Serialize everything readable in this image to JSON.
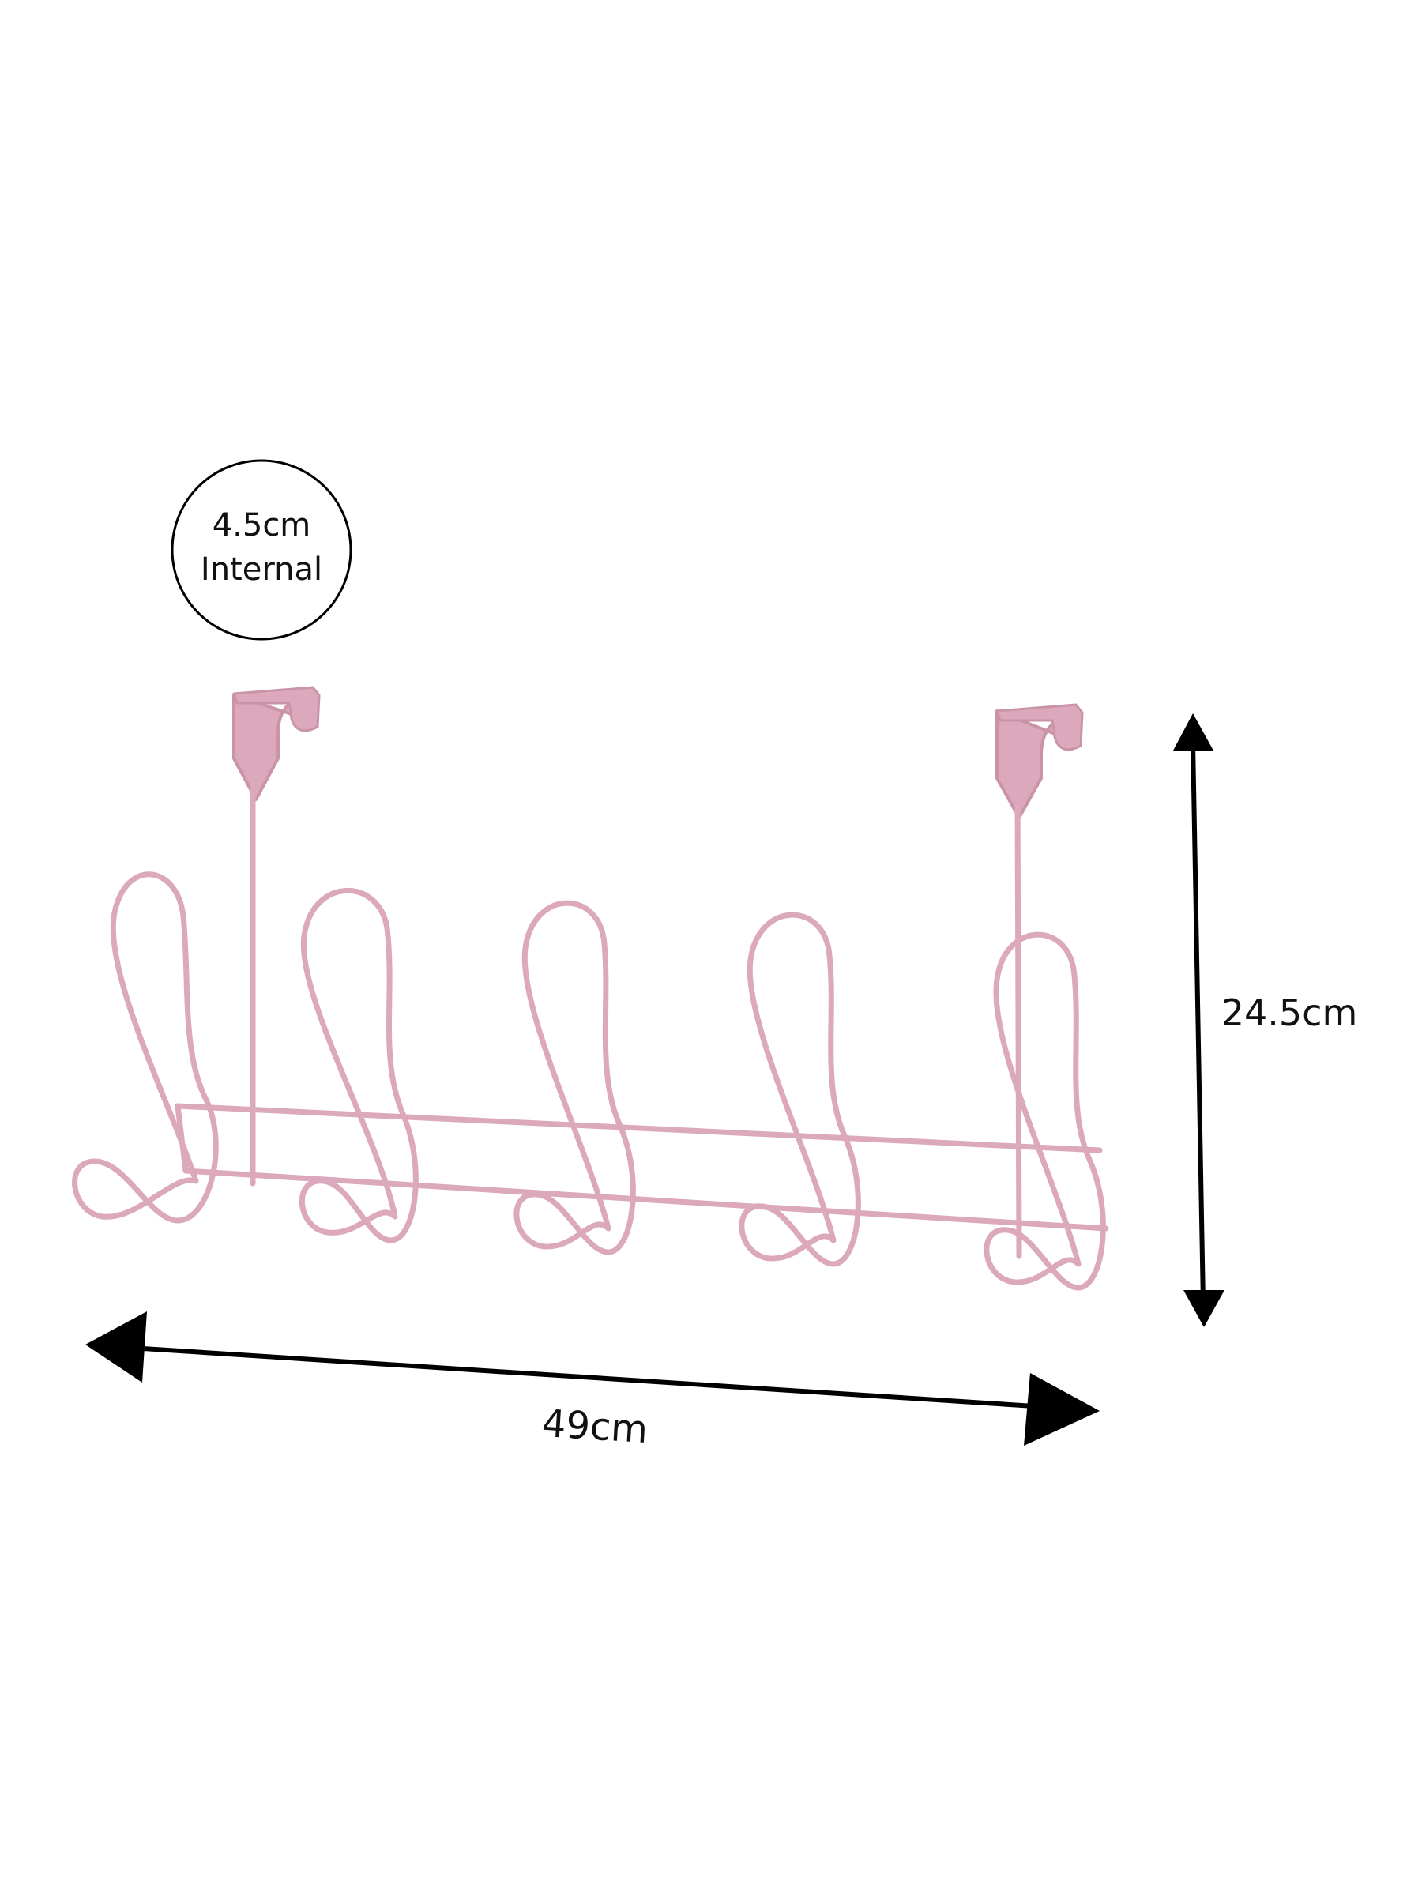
{
  "product": {
    "color": "#dba8bc",
    "hook_count": 5,
    "over_door_bracket_count": 2
  },
  "dimensions": {
    "internal_gap": {
      "value": "4.5cm",
      "label": "Internal"
    },
    "height": {
      "value": "24.5cm"
    },
    "width": {
      "value": "49cm"
    }
  },
  "colors": {
    "arrow": "#000000",
    "text": "#111111",
    "background": "#ffffff"
  }
}
